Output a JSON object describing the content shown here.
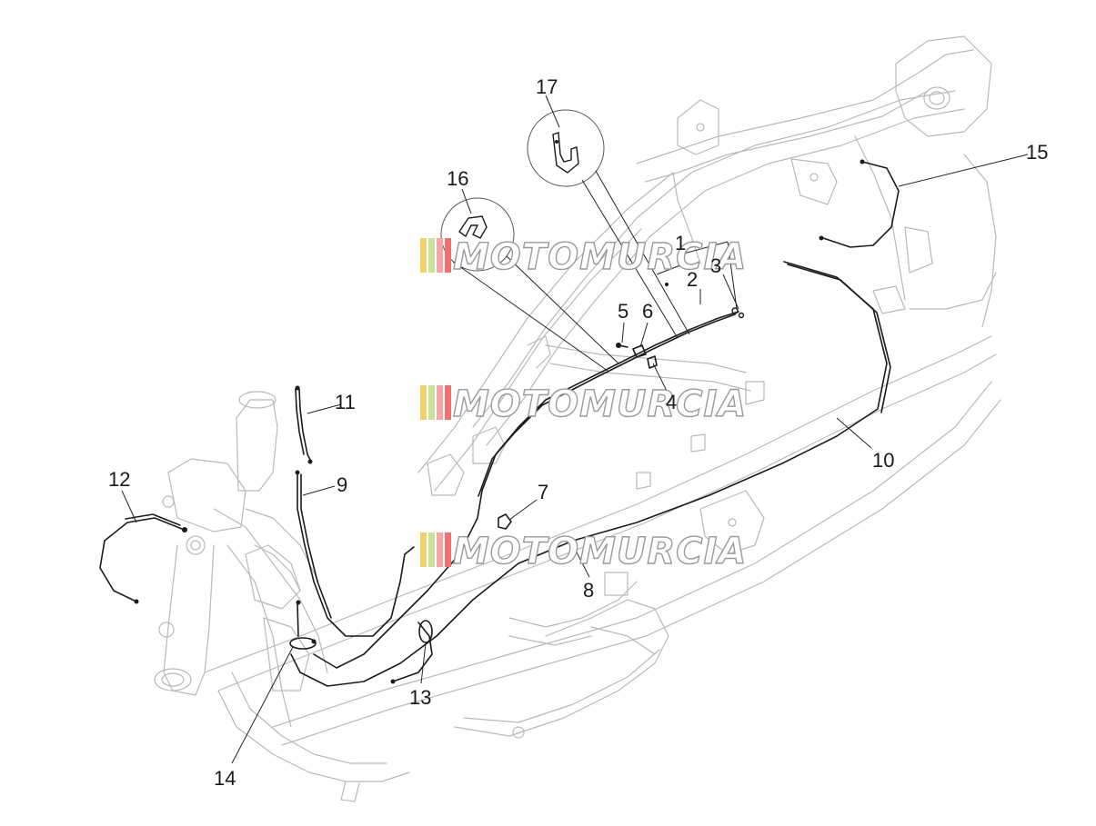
{
  "callouts": [
    {
      "id": "c1",
      "label": "1"
    },
    {
      "id": "c2",
      "label": "2"
    },
    {
      "id": "c3",
      "label": "3"
    },
    {
      "id": "c4",
      "label": "4"
    },
    {
      "id": "c5",
      "label": "5"
    },
    {
      "id": "c6",
      "label": "6"
    },
    {
      "id": "c7",
      "label": "7"
    },
    {
      "id": "c8",
      "label": "8"
    },
    {
      "id": "c9",
      "label": "9"
    },
    {
      "id": "c10",
      "label": "10"
    },
    {
      "id": "c11",
      "label": "11"
    },
    {
      "id": "c12",
      "label": "12"
    },
    {
      "id": "c13",
      "label": "13"
    },
    {
      "id": "c14",
      "label": "14"
    },
    {
      "id": "c15",
      "label": "15"
    },
    {
      "id": "c16",
      "label": "16"
    },
    {
      "id": "c17",
      "label": "17"
    }
  ],
  "watermark": {
    "text": "MOTOMURCIA",
    "stripe_colors": [
      "#f2d36b",
      "#c9e39a",
      "#f2a6a6",
      "#f07070"
    ]
  },
  "colors": {
    "frame": "#b9b9b9",
    "cable": "#1a1a1a",
    "text": "#1a1a1a"
  }
}
